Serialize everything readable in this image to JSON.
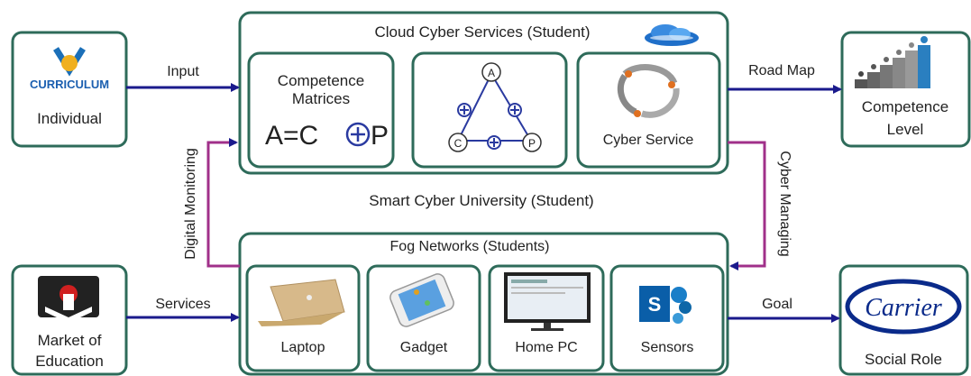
{
  "cloud": {
    "title": "Cloud Cyber Services (Student)"
  },
  "competence_matrices": {
    "line1": "Competence",
    "line2": "Matrices",
    "formula_a": "A=C",
    "formula_p": "P"
  },
  "triangle": {
    "top": "A",
    "left": "C",
    "right": "P",
    "plus": "+"
  },
  "cyber_service": {
    "label": "Cyber Service"
  },
  "fog": {
    "title": "Fog Networks (Students)"
  },
  "devices": [
    {
      "label": "Laptop"
    },
    {
      "label": "Gadget"
    },
    {
      "label": "Home PC"
    },
    {
      "label": "Sensors"
    }
  ],
  "individual": {
    "logo_text": "CURRICULUM",
    "label": "Individual"
  },
  "market": {
    "line1": "Market of",
    "line2": "Education"
  },
  "competence_level": {
    "line1": "Competence",
    "line2": "Level"
  },
  "social_role": {
    "logo_text": "Carrier",
    "label": "Social Role"
  },
  "arrows": {
    "input": "Input",
    "services": "Services",
    "road_map": "Road Map",
    "goal": "Goal",
    "digital_monitoring": "Digital Monitoring",
    "cyber_managing": "Cyber Managing"
  },
  "center_label": "Smart Cyber University (Student)",
  "colors": {
    "box_border": "#2e6b5a",
    "arrow_blue": "#1a1a8c",
    "arrow_purple": "#a0308a",
    "triangle_blue": "#2a3aa0"
  }
}
